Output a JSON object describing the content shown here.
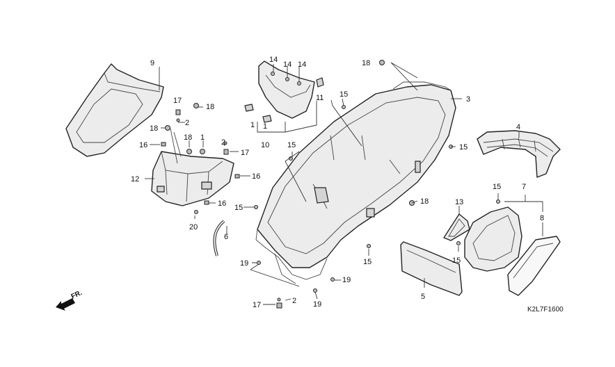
{
  "diagram": {
    "code": "K2L7F1600",
    "front_marker": "FR.",
    "callouts": {
      "c1a": "1",
      "c1b": "1",
      "c2a": "2",
      "c2b": "2",
      "c2c": "2",
      "c3": "3",
      "c4": "4",
      "c5": "5",
      "c6": "6",
      "c7": "7",
      "c8": "8",
      "c9": "9",
      "c10": "10",
      "c11": "11",
      "c12": "12",
      "c13": "13",
      "c14a": "14",
      "c14b": "14",
      "c14c": "14",
      "c15a": "15",
      "c15b": "15",
      "c15c": "15",
      "c15d": "15",
      "c15e": "15",
      "c15f": "15",
      "c15g": "15",
      "c16a": "16",
      "c16b": "16",
      "c16c": "16",
      "c17a": "17",
      "c17b": "17",
      "c17c": "17",
      "c18a": "18",
      "c18b": "18",
      "c18c": "18",
      "c18d": "18",
      "c18e": "18",
      "c19a": "19",
      "c19b": "19",
      "c19c": "19",
      "c20": "20"
    }
  }
}
